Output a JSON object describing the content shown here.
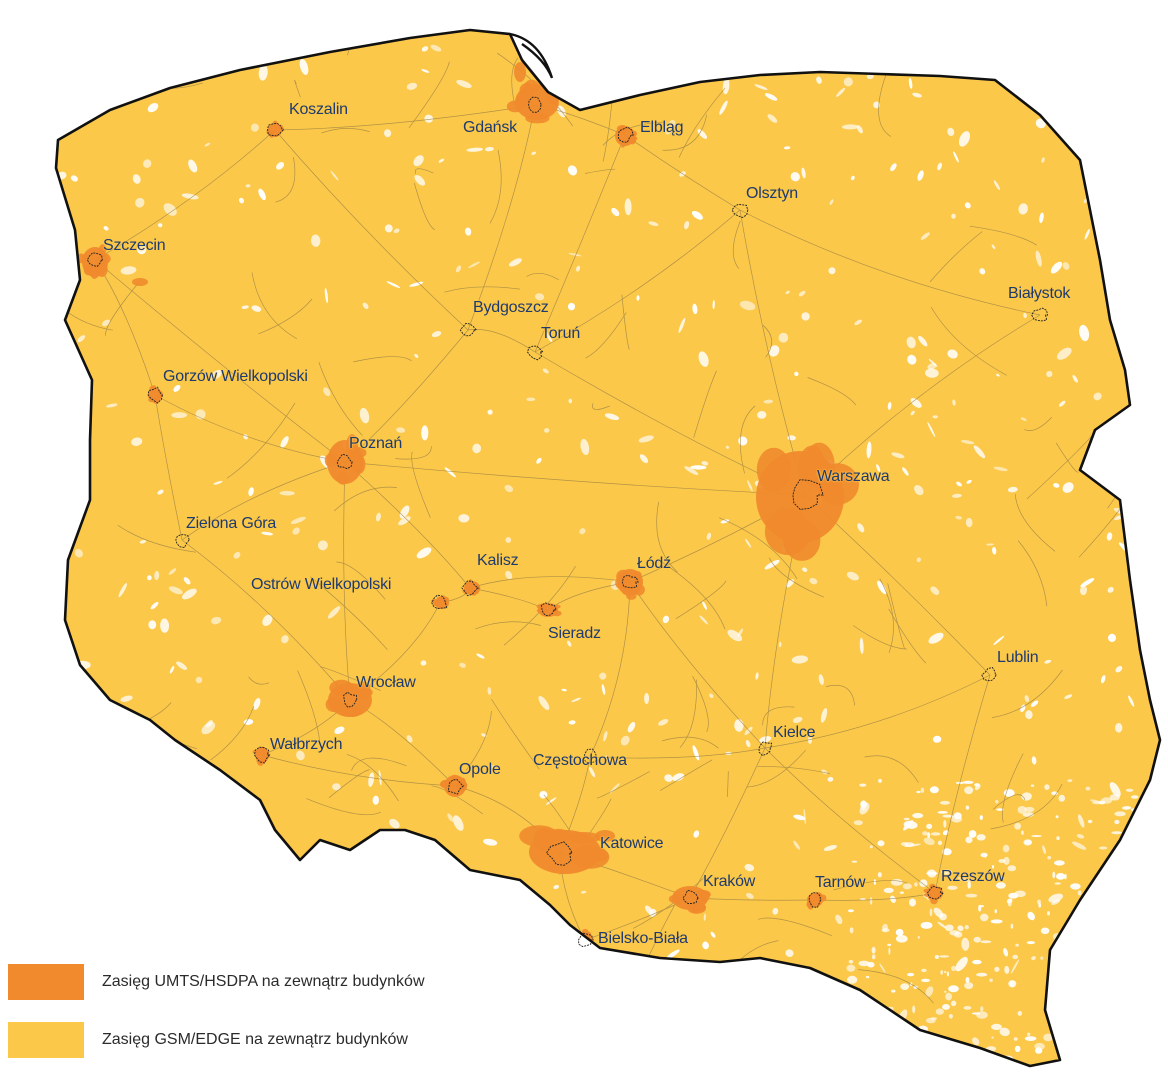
{
  "colors": {
    "gsm": "#fbc84a",
    "umts": "#f08a2c",
    "border": "#111111",
    "roads": "#8a7440",
    "label": "#1f3a6e"
  },
  "cities": [
    {
      "id": "koszalin",
      "name": "Koszalin"
    },
    {
      "id": "gdansk",
      "name": "Gdańsk"
    },
    {
      "id": "elblag",
      "name": "Elbląg"
    },
    {
      "id": "olsztyn",
      "name": "Olsztyn"
    },
    {
      "id": "szczecin",
      "name": "Szczecin"
    },
    {
      "id": "bydgoszcz",
      "name": "Bydgoszcz"
    },
    {
      "id": "torun",
      "name": "Toruń"
    },
    {
      "id": "bialystok",
      "name": "Białystok"
    },
    {
      "id": "gorzow",
      "name": "Gorzów Wielkopolski"
    },
    {
      "id": "poznan",
      "name": "Poznań"
    },
    {
      "id": "warszawa",
      "name": "Warszawa"
    },
    {
      "id": "zielona-gora",
      "name": "Zielona Góra"
    },
    {
      "id": "kalisz",
      "name": "Kalisz"
    },
    {
      "id": "lodz",
      "name": "Łódź"
    },
    {
      "id": "ostrow",
      "name": "Ostrów Wielkopolski"
    },
    {
      "id": "sieradz",
      "name": "Sieradz"
    },
    {
      "id": "lublin",
      "name": "Lublin"
    },
    {
      "id": "wroclaw",
      "name": "Wrocław"
    },
    {
      "id": "kielce",
      "name": "Kielce"
    },
    {
      "id": "walbrzych",
      "name": "Wałbrzych"
    },
    {
      "id": "opole",
      "name": "Opole"
    },
    {
      "id": "czestochowa",
      "name": "Częstochowa"
    },
    {
      "id": "katowice",
      "name": "Katowice"
    },
    {
      "id": "krakow",
      "name": "Kraków"
    },
    {
      "id": "tarnow",
      "name": "Tarnów"
    },
    {
      "id": "rzeszow",
      "name": "Rzeszów"
    },
    {
      "id": "bielsko-biala",
      "name": "Bielsko-Biała"
    }
  ],
  "legend": {
    "umts": "Zasięg UMTS/HSDPA na zewnątrz budynków",
    "gsm": "Zasięg GSM/EDGE na zewnątrz budynków"
  }
}
